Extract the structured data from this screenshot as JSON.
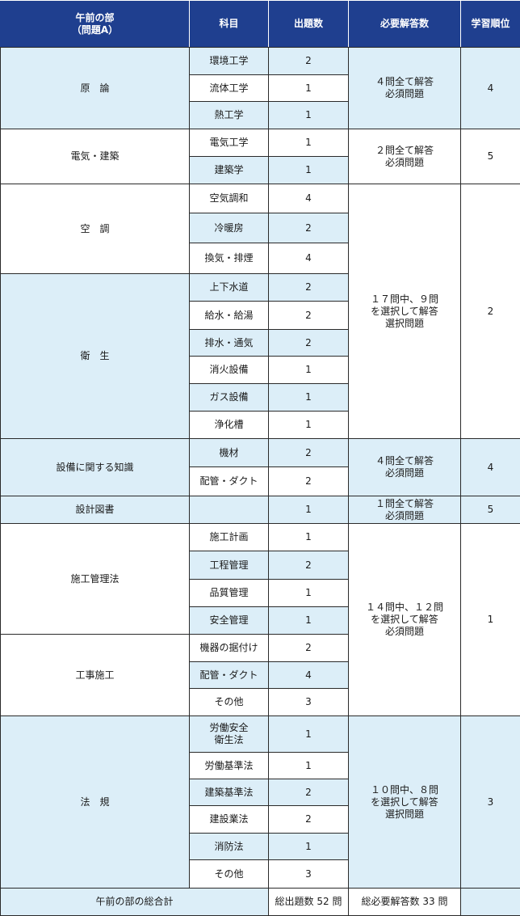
{
  "header": {
    "section": "午前の部\n（問題A）",
    "subject": "科目",
    "count": "出題数",
    "required": "必要解答数",
    "priority": "学習順位"
  },
  "rows": {
    "genron": {
      "category": "原　論",
      "subjects": [
        {
          "name": "環境工学",
          "count": "2"
        },
        {
          "name": "流体工学",
          "count": "1"
        },
        {
          "name": "熱工学",
          "count": "1"
        }
      ],
      "required": "４問全て解答\n必須問題",
      "priority": "4"
    },
    "denki": {
      "category": "電気・建築",
      "subjects": [
        {
          "name": "電気工学",
          "count": "1"
        },
        {
          "name": "建築学",
          "count": "1"
        }
      ],
      "required": "２問全て解答\n必須問題",
      "priority": "5"
    },
    "kucho": {
      "category": "空　調",
      "subjects": [
        {
          "name": "空気調和",
          "count": "4"
        },
        {
          "name": "冷暖房",
          "count": "2"
        },
        {
          "name": "換気・排煙",
          "count": "4"
        }
      ]
    },
    "eisei": {
      "category": "衛　生",
      "subjects": [
        {
          "name": "上下水道",
          "count": "2"
        },
        {
          "name": "給水・給湯",
          "count": "2"
        },
        {
          "name": "排水・通気",
          "count": "2"
        },
        {
          "name": "消火設備",
          "count": "1"
        },
        {
          "name": "ガス設備",
          "count": "1"
        },
        {
          "name": "浄化槽",
          "count": "1"
        }
      ]
    },
    "kucho_eisei": {
      "required": "１７問中、９問\nを選択して解答\n選択問題",
      "priority": "2"
    },
    "setsubi": {
      "category": "設備に関する知識",
      "subjects": [
        {
          "name": "機材",
          "count": "2"
        },
        {
          "name": "配管・ダクト",
          "count": "2"
        }
      ],
      "required": "４問全て解答\n必須問題",
      "priority": "4"
    },
    "sekkei": {
      "category": "設計図書",
      "subject": "",
      "count": "1",
      "required": "１問全て解答\n必須問題",
      "priority": "5"
    },
    "seko": {
      "category": "施工管理法",
      "subjects": [
        {
          "name": "施工計画",
          "count": "1"
        },
        {
          "name": "工程管理",
          "count": "2"
        },
        {
          "name": "品質管理",
          "count": "1"
        },
        {
          "name": "安全管理",
          "count": "1"
        }
      ]
    },
    "koji": {
      "category": "工事施工",
      "subjects": [
        {
          "name": "機器の据付け",
          "count": "2"
        },
        {
          "name": "配管・ダクト",
          "count": "4"
        },
        {
          "name": "その他",
          "count": "3"
        }
      ]
    },
    "seko_koji": {
      "required": "１４問中、１２問\nを選択して解答\n必須問題",
      "priority": "1"
    },
    "hoki": {
      "category": "法　規",
      "subjects": [
        {
          "name": "労働安全\n衛生法",
          "count": "1"
        },
        {
          "name": "労働基準法",
          "count": "1"
        },
        {
          "name": "建築基準法",
          "count": "2"
        },
        {
          "name": "建設業法",
          "count": "2"
        },
        {
          "name": "消防法",
          "count": "1"
        },
        {
          "name": "その他",
          "count": "3"
        }
      ],
      "required": "１０問中、８問\nを選択して解答\n選択問題",
      "priority": "3"
    }
  },
  "footer": {
    "label": "午前の部の総合計",
    "total_count": "総出題数 52 問",
    "total_required": "総必要解答数 33 問",
    "priority": ""
  }
}
